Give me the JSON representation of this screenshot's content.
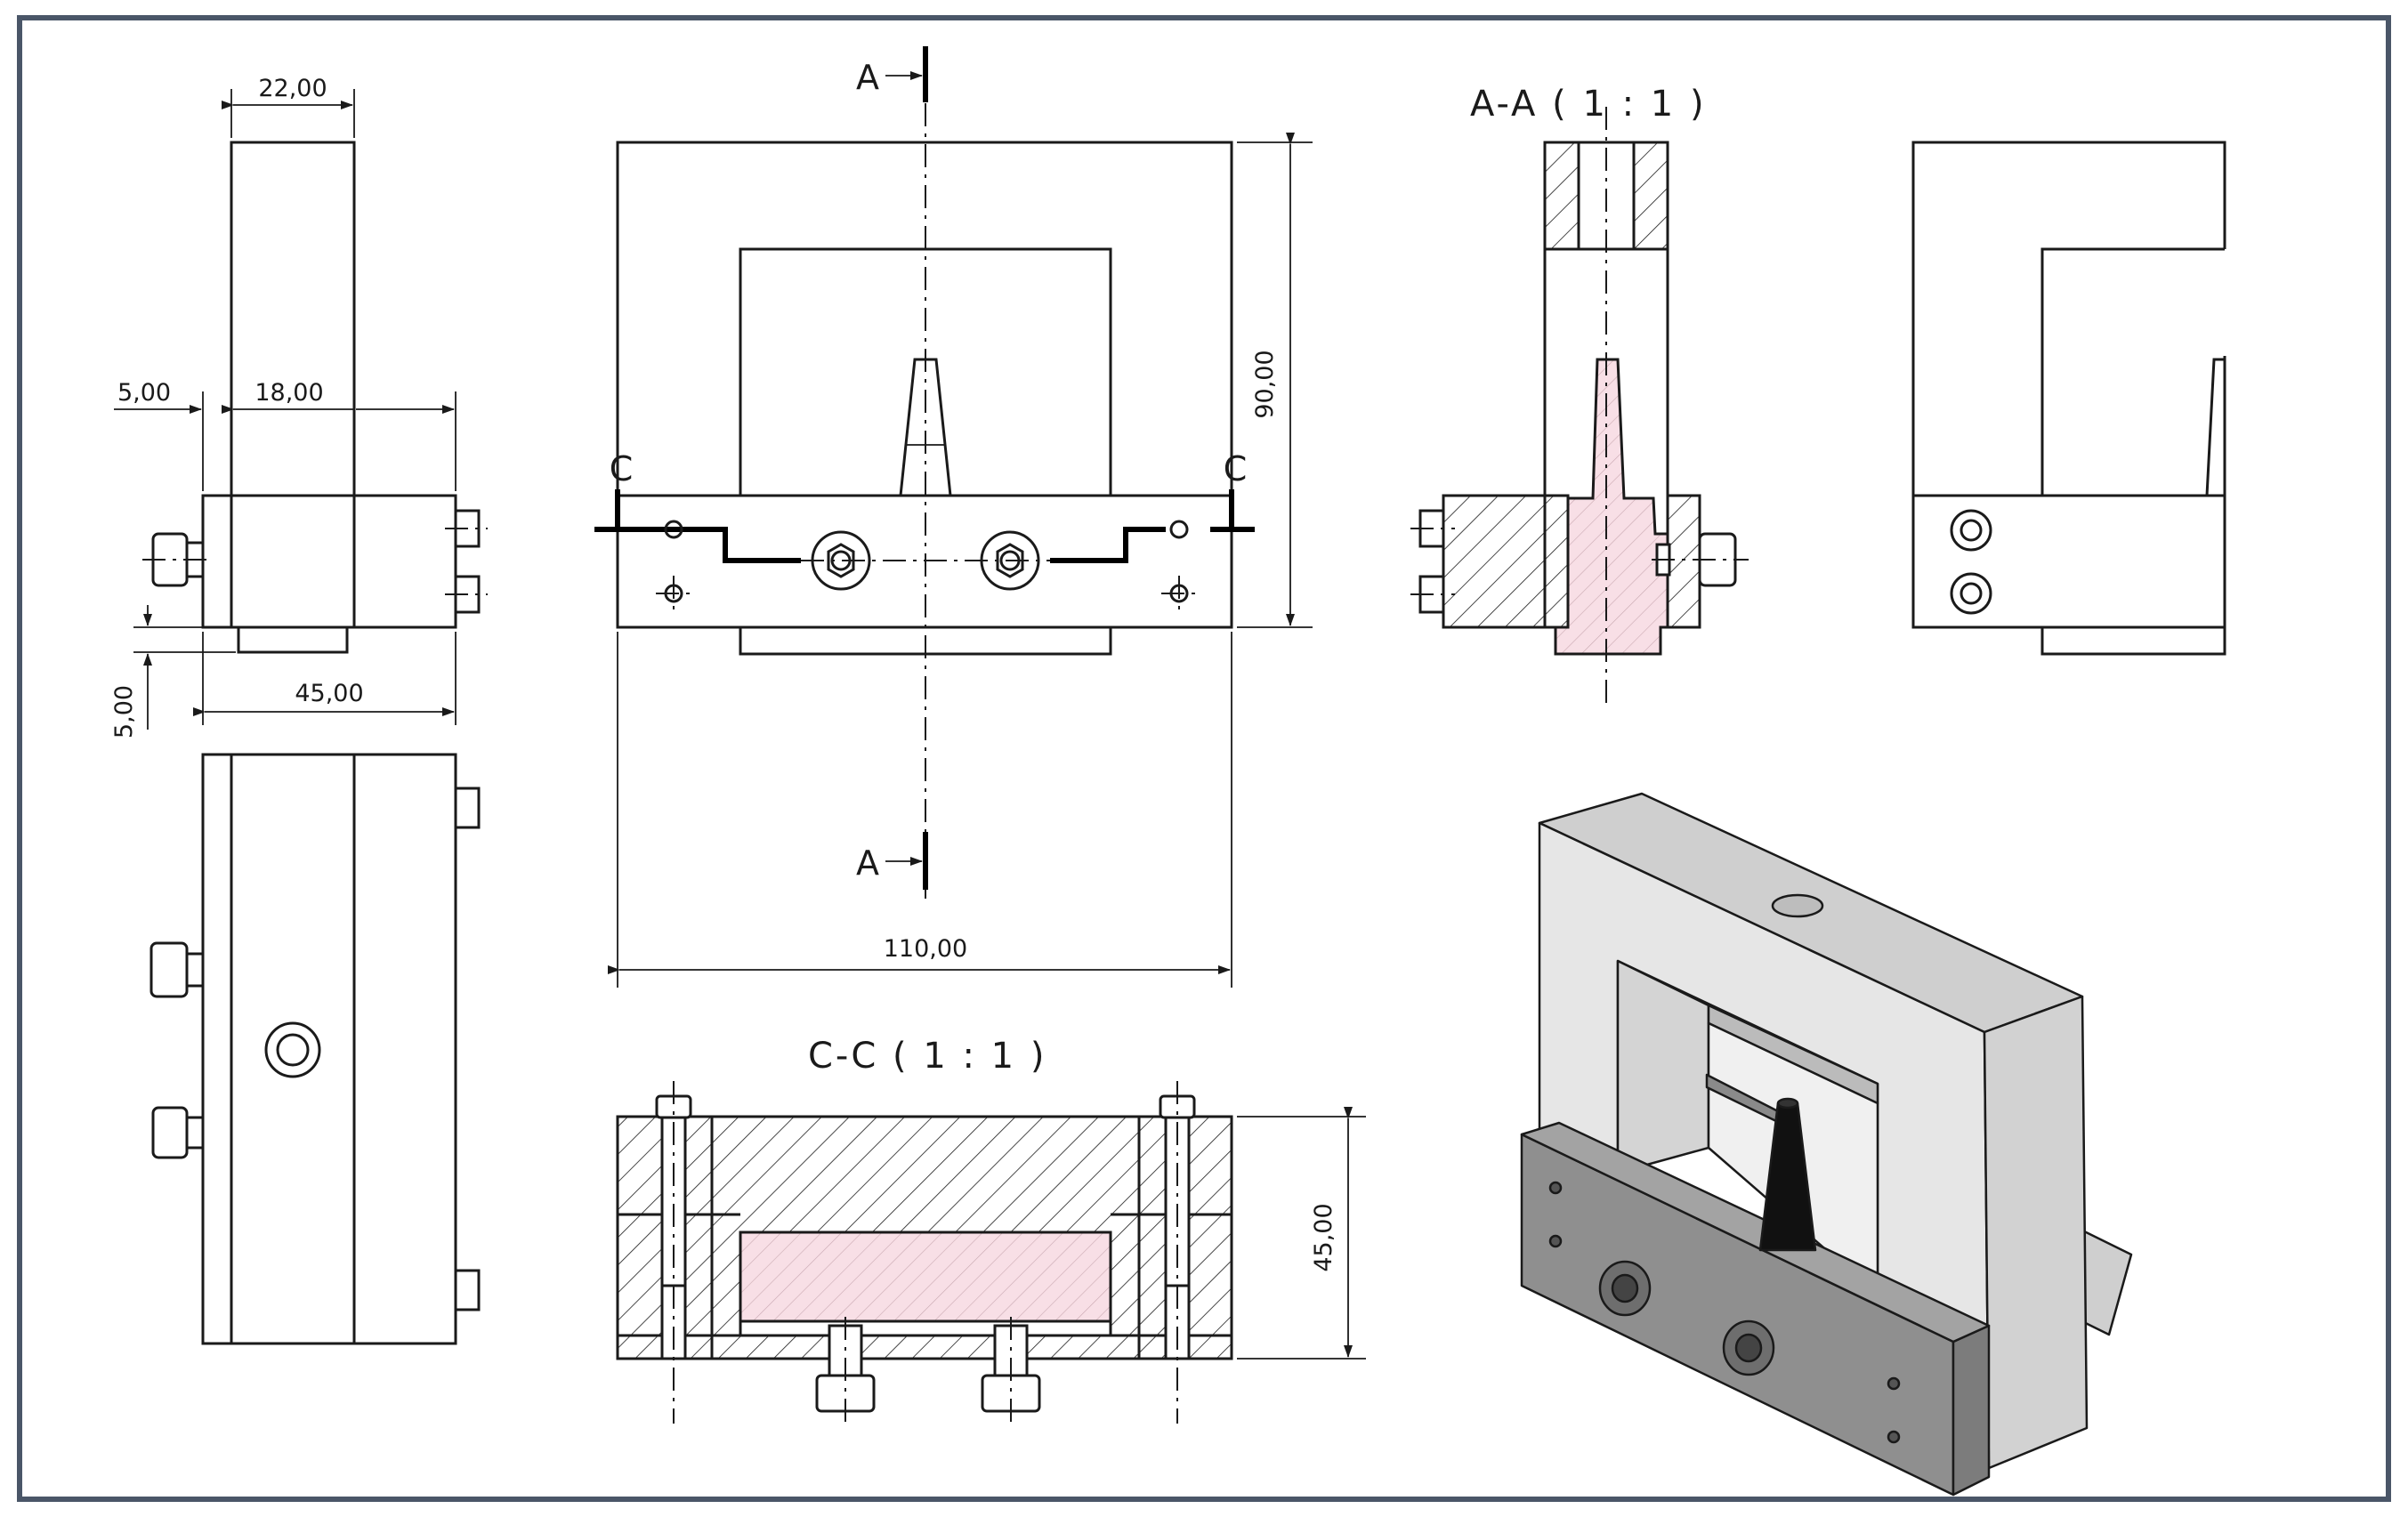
{
  "dimensions": {
    "side_top_width": "22,00",
    "side_left_offset": "5,00",
    "side_mid_width": "18,00",
    "side_bottom_offset": "5,00",
    "side_total_width": "45,00",
    "front_height": "90,00",
    "front_width": "110,00",
    "section_cc_height": "45,00"
  },
  "labels": {
    "section_a_top": "A",
    "section_a_bottom": "A",
    "section_c_left": "C",
    "section_c_right": "C"
  },
  "view_titles": {
    "section_aa": "A-A ( 1 : 1 )",
    "section_cc": "C-C ( 1 : 1 )"
  },
  "colors": {
    "frame_border": "#4a5668",
    "section_fill": "#f8dfe6",
    "iso_face_light": "#e6e6e6",
    "iso_face_mid": "#d2d2d2",
    "iso_face_dark": "#a3a3a3",
    "iso_base_dark": "#7c7c7c",
    "iso_cone": "#111111"
  }
}
